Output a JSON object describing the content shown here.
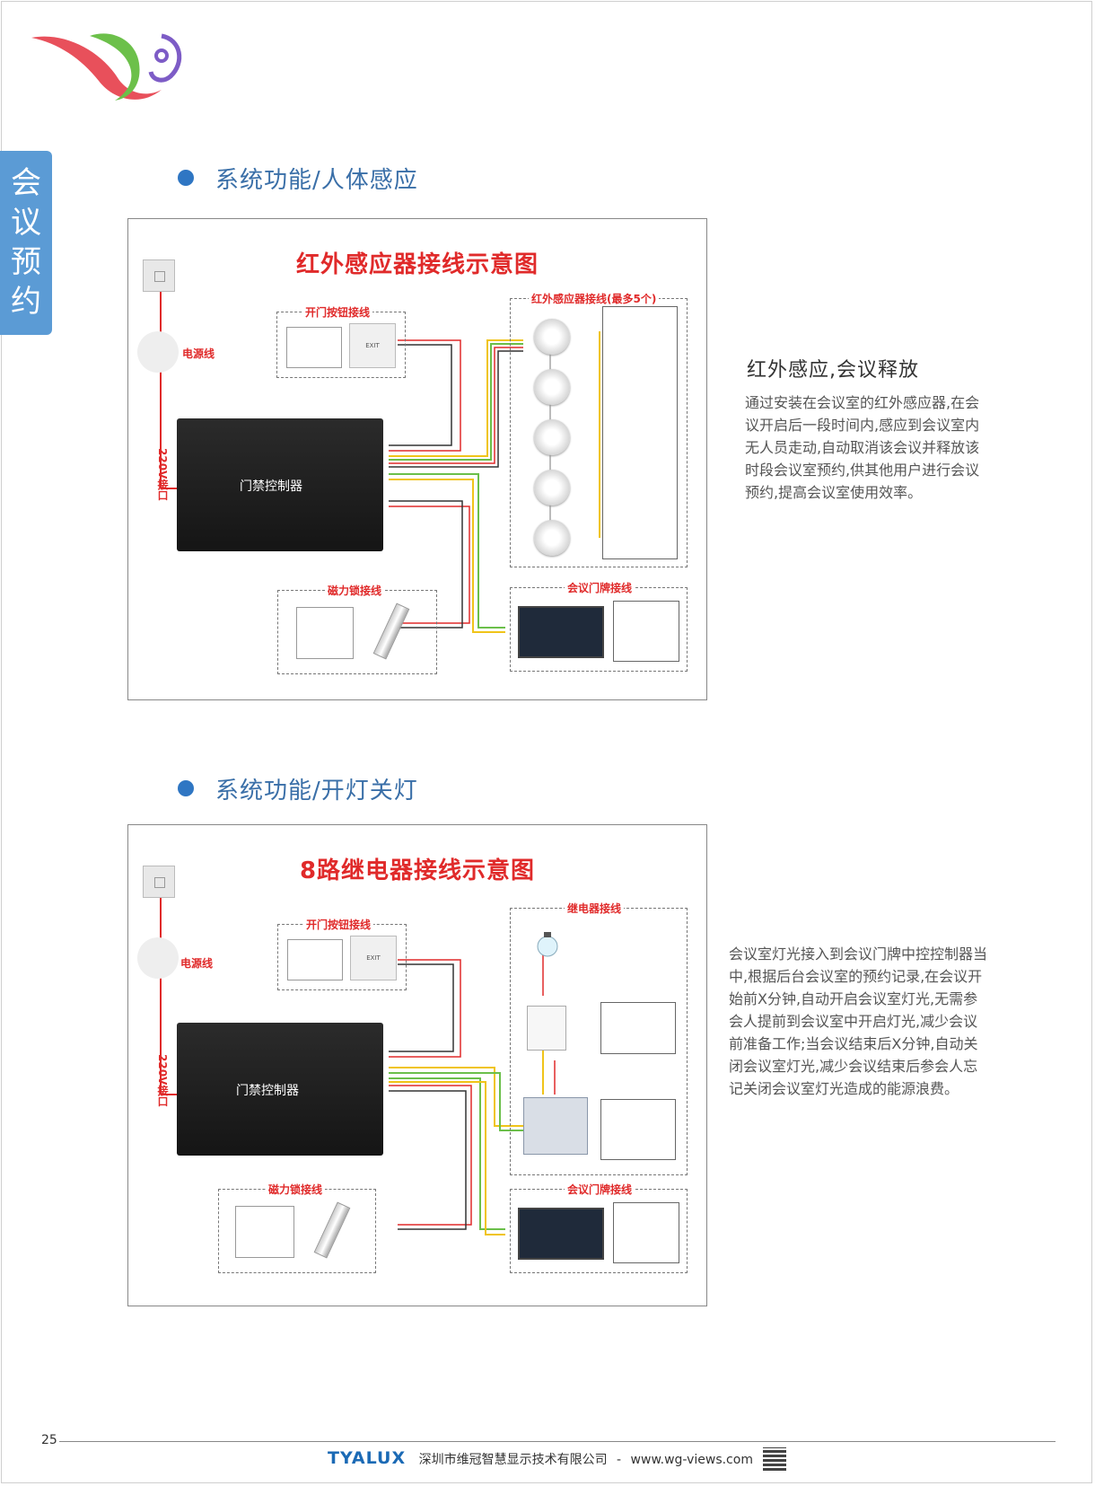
{
  "side_tab": {
    "chars": [
      "会",
      "议",
      "预",
      "约"
    ]
  },
  "section1": {
    "title": "系统功能/人体感应",
    "diagram": {
      "title": "红外感应器接线示意图",
      "door_button_label": "开门按钮接线",
      "sensor_label": "红外感应器接线(最多5个)",
      "power_label": "电源线",
      "port_label": "220V接口",
      "controller_label": "门禁控制器",
      "maglock_label": "磁力锁接线",
      "doorplate_label": "会议门牌接线",
      "exit_text": "EXIT"
    },
    "heading": "红外感应,会议释放",
    "body": "通过安装在会议室的红外感应器,在会议开启后一段时间内,感应到会议室内无人员走动,自动取消该会议并释放该时段会议室预约,供其他用户进行会议预约,提高会议室使用效率。"
  },
  "section2": {
    "title": "系统功能/开灯关灯",
    "diagram": {
      "title": "8路继电器接线示意图",
      "door_button_label": "开门按钮接线",
      "relay_label": "继电器接线",
      "power_label": "电源线",
      "port_label": "220V接口",
      "controller_label": "门禁控制器",
      "maglock_label": "磁力锁接线",
      "doorplate_label": "会议门牌接线",
      "exit_text": "EXIT"
    },
    "body": "会议室灯光接入到会议门牌中控控制器当中,根据后台会议室的预约记录,在会议开始前X分钟,自动开启会议室灯光,无需参会人提前到会议室中开启灯光,减少会议前准备工作;当会议结束后X分钟,自动关闭会议室灯光,减少会议结束后参会人忘记关闭会议室灯光造成的能源浪费。"
  },
  "footer": {
    "page_number": "25",
    "brand": "TYALUX",
    "company": "深圳市维冠智慧显示技术有限公司",
    "separator": "-",
    "website": "www.wg-views.com"
  }
}
